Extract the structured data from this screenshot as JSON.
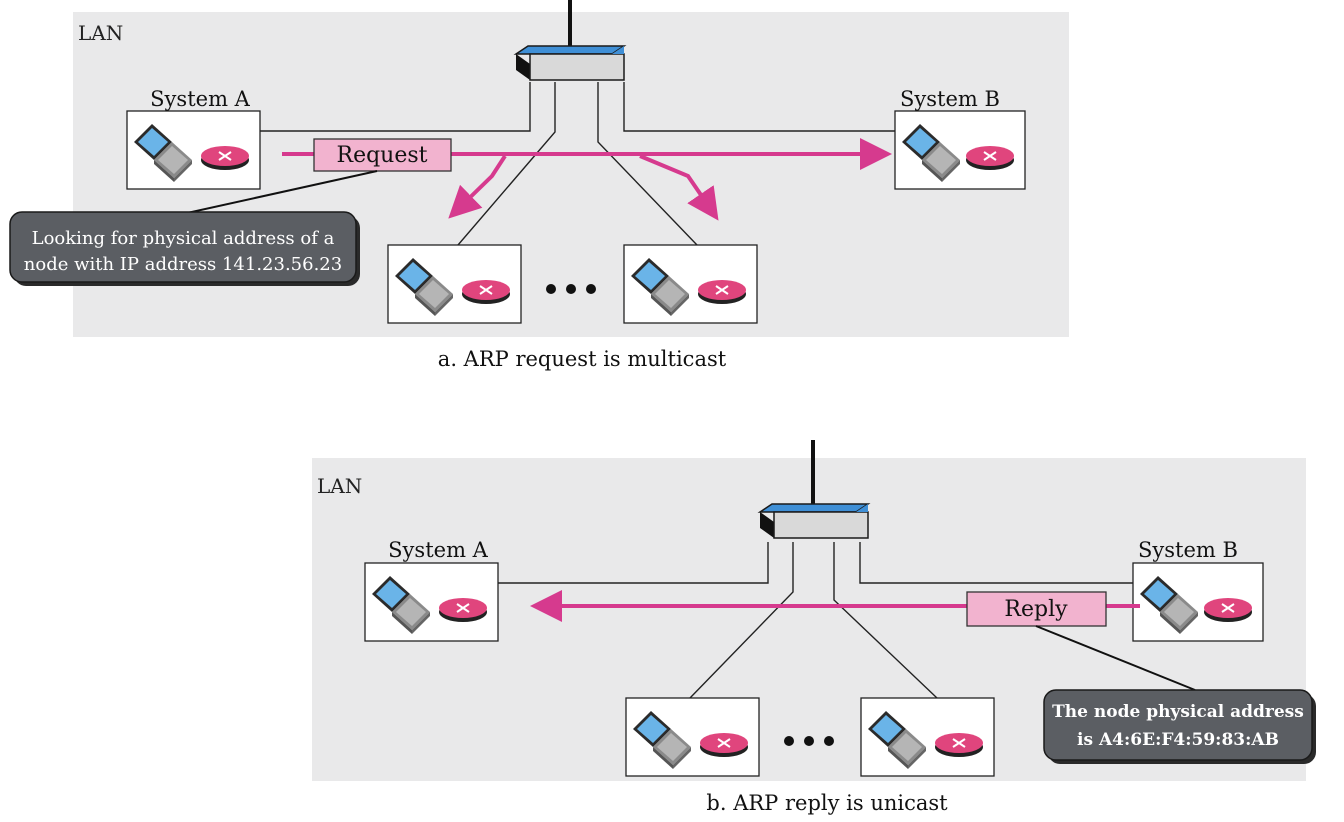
{
  "panel_a": {
    "lan_label": "LAN",
    "system_a_label": "System A",
    "system_b_label": "System B",
    "packet_label": "Request",
    "callout_line1": "Looking for physical address of a",
    "callout_line2": "node with IP address 141.23.56.23",
    "caption": "a. ARP request is multicast"
  },
  "panel_b": {
    "lan_label": "LAN",
    "system_a_label": "System A",
    "system_b_label": "System B",
    "packet_label": "Reply",
    "callout_line1": "The node physical address",
    "callout_line2": "is A4:6E:F4:59:83:AB",
    "caption": "b. ARP reply is unicast"
  },
  "colors": {
    "lan_background": "#e9e9ea",
    "arrow": "#d63a8e",
    "packet_fill": "#f2b3cf",
    "callout_fill": "#5b5e63",
    "switch_top": "#3f8fd6",
    "disc_fill": "#e0457d"
  }
}
